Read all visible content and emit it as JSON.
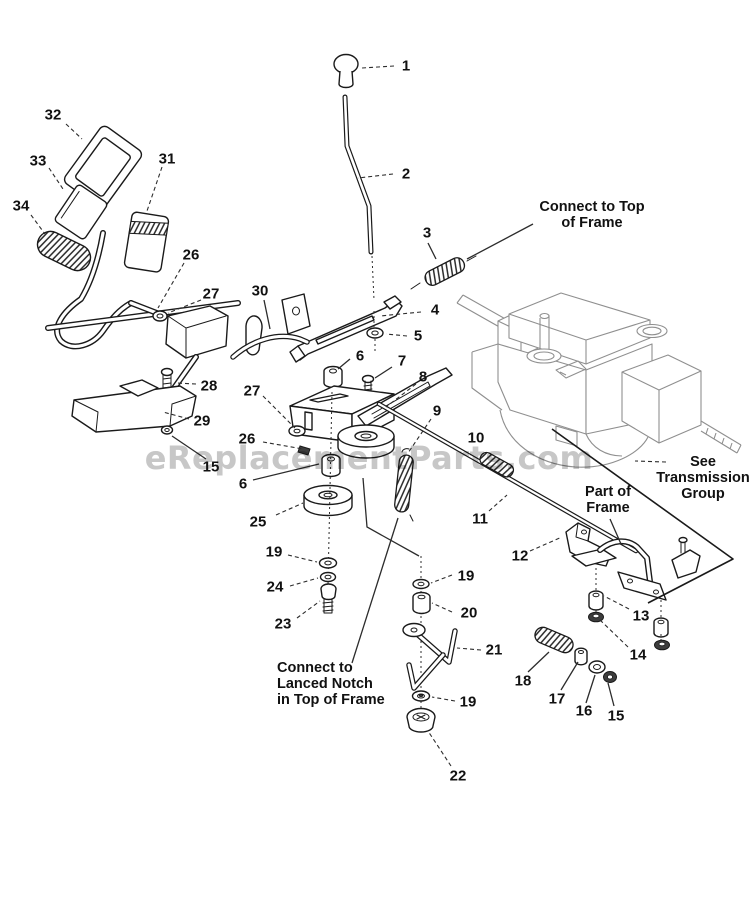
{
  "source_watermark": "eReplacementParts.com",
  "colors": {
    "line": "#1a1a1a",
    "gray_part": "#8f8f8f",
    "watermark": "#c7c7c7"
  },
  "callouts": {
    "c1": "1",
    "c2": "2",
    "c3": "3",
    "c4": "4",
    "c5": "5",
    "c6": "6",
    "c7": "7",
    "c8": "8",
    "c9": "9",
    "c10": "10",
    "c11": "11",
    "c12": "12",
    "c13": "13",
    "c14": "14",
    "c15": "15",
    "c16": "16",
    "c17": "17",
    "c18": "18",
    "c19": "19",
    "c20": "20",
    "c21": "21",
    "c22": "22",
    "c23": "23",
    "c24": "24",
    "c25": "25",
    "c26": "26",
    "c27": "27",
    "c28": "28",
    "c29": "29",
    "c30": "30",
    "c31": "31",
    "c32": "32",
    "c33": "33",
    "c34": "34"
  },
  "annotations": {
    "connect_top_line1": "Connect to Top",
    "connect_top_line2": "of Frame",
    "see_trans_line1": "See",
    "see_trans_line2": "Transmission",
    "see_trans_line3": "Group",
    "part_frame_line1": "Part of",
    "part_frame_line2": "Frame",
    "lanced_line1": "Connect to",
    "lanced_line2": "Lanced Notch",
    "lanced_line3": "in Top of Frame"
  }
}
